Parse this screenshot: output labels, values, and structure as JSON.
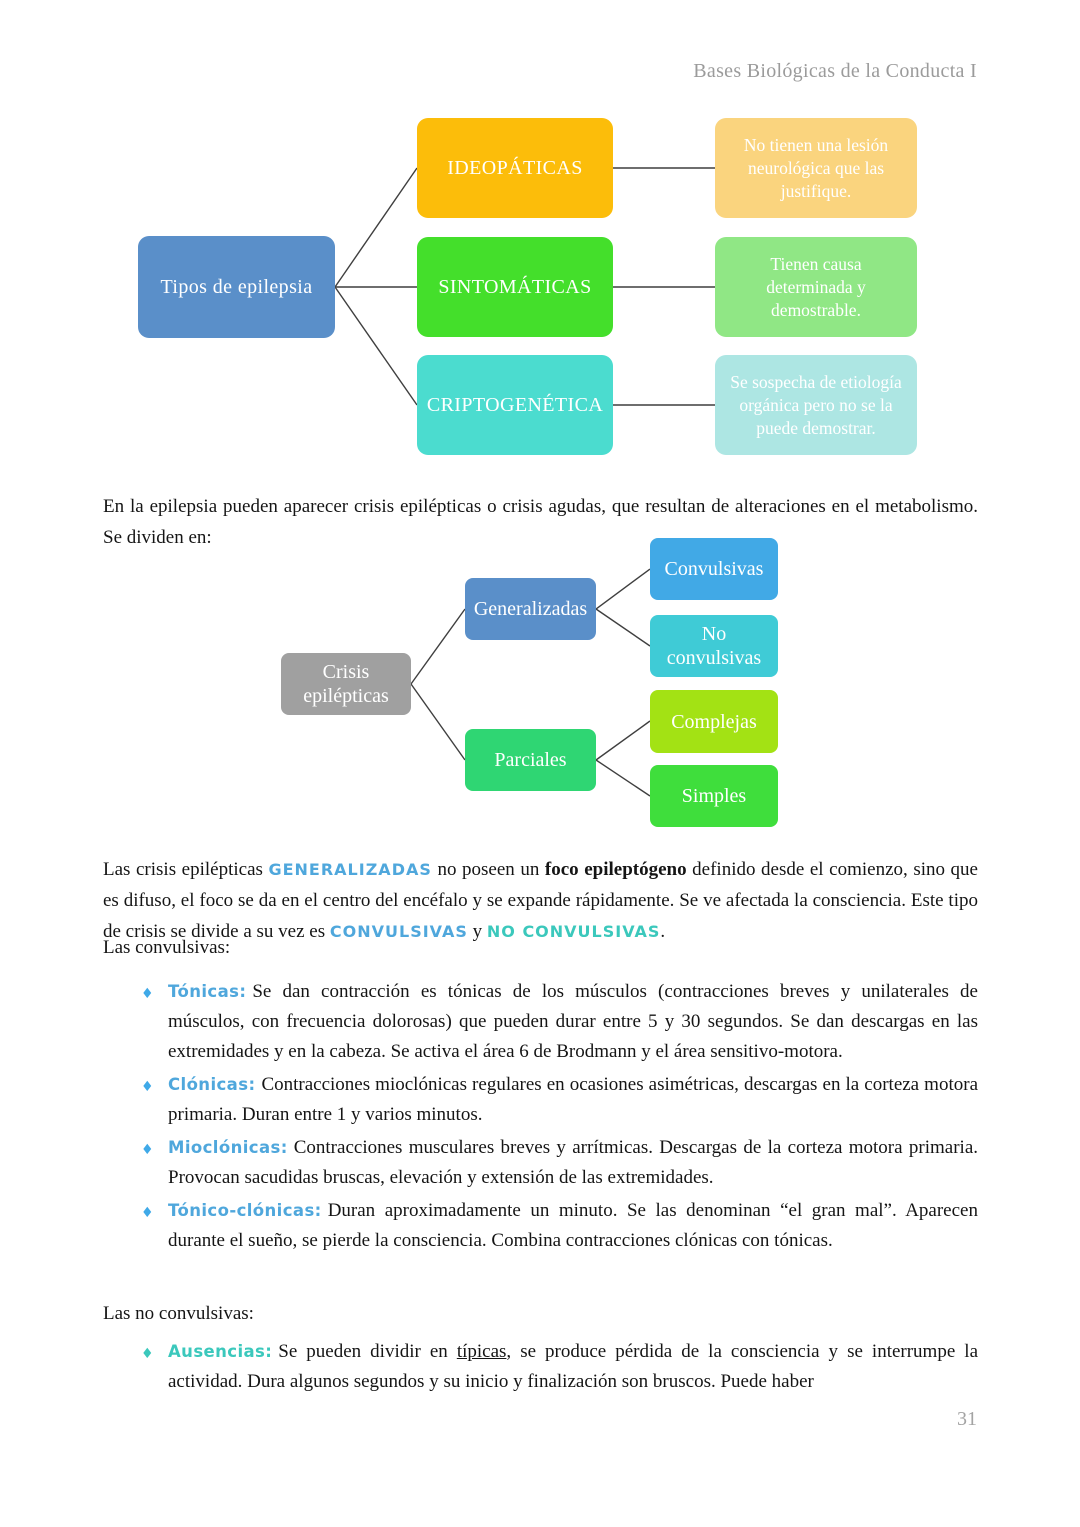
{
  "header": {
    "title": "Bases Biológicas de la Conducta I"
  },
  "footer": {
    "page_number": "31"
  },
  "colors": {
    "header_text": "#9b9b9b",
    "body_text": "#151515",
    "highlight_blue": "#4FA7DC",
    "highlight_teal": "#3BC8BC",
    "node_root_blue": "#5A8FC9",
    "node_orange": "#FCBD0A",
    "node_green": "#44DF2B",
    "node_teal": "#4BDCCF",
    "node_light_orange": "#FAD47E",
    "node_light_green": "#90E785",
    "node_light_teal": "#ADE6E3",
    "node_gray": "#A0A0A0",
    "node_emerald": "#2FD673",
    "node_bright_blue": "#41A9E6",
    "node_cyan": "#3FCBD6",
    "node_chartreuse": "#A3E214",
    "node_bright_green": "#3FDE3C",
    "connector_line": "#3f3f3f"
  },
  "diagram1": {
    "root_label": "Tipos de epilepsia",
    "branches": [
      {
        "label": "IDEOPÁTICAS",
        "description": "No tienen una lesión neurológica que las justifique."
      },
      {
        "label": "SINTOMÁTICAS",
        "description": "Tienen causa determinada y demostrable."
      },
      {
        "label": "CRIPTOGENÉTICA",
        "description": "Se sospecha de etiología orgánica pero no se la puede demostrar."
      }
    ]
  },
  "intro_paragraph": "En la epilepsia pueden aparecer crisis epilépticas o crisis agudas, que resultan de alteraciones en el metabolismo. Se dividen en:",
  "diagram2": {
    "root_label": "Crisis epilépticas",
    "level1": [
      {
        "label": "Generalizadas"
      },
      {
        "label": "Parciales"
      }
    ],
    "level2": [
      {
        "label": "Convulsivas"
      },
      {
        "label": "No convulsivas"
      },
      {
        "label": "Complejas"
      },
      {
        "label": "Simples"
      }
    ]
  },
  "generalizadas_paragraph": {
    "pre": "Las crisis epilépticas ",
    "hl1": "GENERALIZADAS",
    "mid1": " no poseen un ",
    "bold": "foco epileptógeno",
    "mid2": " definido desde el comienzo, sino que es difuso, el foco se da en el centro del encéfalo y se expande rápidamente. Se ve afectada la consciencia. Este tipo de crisis se divide a su vez es ",
    "hl2": "CONVULSIVAS",
    "mid3": " y ",
    "hl3": "NO CONVULSIVAS",
    "end": "."
  },
  "convulsivas_heading": "Las convulsivas:",
  "convulsive_bullets": [
    {
      "label": "Tónicas:",
      "text": "Se dan contracción es tónicas de los músculos (contracciones breves y unilaterales de músculos, con frecuencia dolorosas) que pueden durar entre 5 y 30 segundos. Se dan descargas en las extremidades y en la cabeza. Se activa el área 6 de Brodmann y el área sensitivo-motora."
    },
    {
      "label": "Clónicas:",
      "text": "Contracciones mioclónicas regulares en ocasiones asimétricas, descargas en la corteza motora primaria. Duran entre 1 y varios minutos."
    },
    {
      "label": "Mioclónicas:",
      "text": "Contracciones musculares breves y arrítmicas. Descargas de la corteza motora primaria. Provocan sacudidas bruscas, elevación y extensión de las extremidades."
    },
    {
      "label": "Tónico-clónicas:",
      "text": "Duran aproximadamente un minuto. Se las denominan “el gran mal”. Aparecen durante el sueño, se pierde la consciencia. Combina contracciones clónicas con tónicas."
    }
  ],
  "no_convulsivas_heading": "Las no convulsivas:",
  "ausencias_bullet": {
    "label": "Ausencias:",
    "pre": "Se pueden dividir en ",
    "underlined": "típicas",
    "post": ", se produce pérdida de la consciencia y se interrumpe la actividad. Dura algunos segundos y su inicio y finalización son bruscos. Puede haber"
  }
}
